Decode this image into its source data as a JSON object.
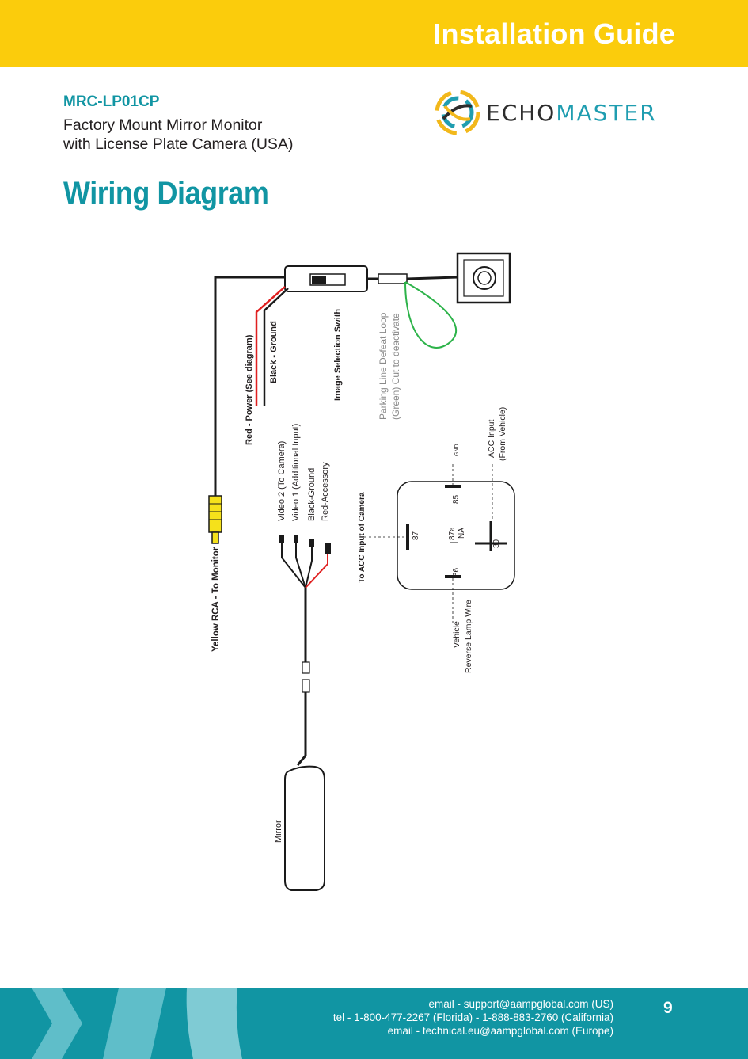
{
  "header": {
    "title": "Installation Guide"
  },
  "product": {
    "code": "MRC-LP01CP",
    "description_line1": "Factory Mount Mirror Monitor",
    "description_line2": "with License Plate Camera (USA)"
  },
  "logo": {
    "part1": "ECHO",
    "part2": "MASTER"
  },
  "section": {
    "title": "Wiring Diagram"
  },
  "diagram": {
    "labels": {
      "yellow_rca": "Yellow RCA - To Monitor",
      "red_power": "Red - Power (See diagram)",
      "black_ground_top": "Black - Ground",
      "image_switch": "Image Selection Swith",
      "parking_line_1": "Parking Line Defeat Loop",
      "parking_line_2": "(Green) Cut to deactivate",
      "video2": "Video 2 (To Camera)",
      "video1": "Video 1 (Additional Input)",
      "black_ground": "Black-Ground",
      "red_accessory": "Red-Accessory",
      "to_acc": "To ACC Input of Camera",
      "mirror": "Mirror",
      "gnd": "GND",
      "acc_input_1": "ACC Input",
      "acc_input_2": "(From Vehicle)",
      "vehicle_1": "Vehicle",
      "vehicle_2": "Reverse Lamp Wire",
      "pin_85": "85",
      "pin_87": "87",
      "pin_87a": "87a",
      "pin_na": "NA",
      "pin_86": "86",
      "pin_30": "30"
    }
  },
  "footer": {
    "email_us": "email - support@aampglobal.com (US)",
    "tel": "tel - 1-800-477-2267 (Florida) - 1-888-883-2760 (California)",
    "email_eu": "email - technical.eu@aampglobal.com (Europe)",
    "page": "9"
  },
  "colors": {
    "header_bg": "#fbcc0c",
    "accent": "#1195a3",
    "wire_red": "#e02020",
    "wire_green": "#2db34a",
    "rca_yellow": "#f5e11b"
  }
}
